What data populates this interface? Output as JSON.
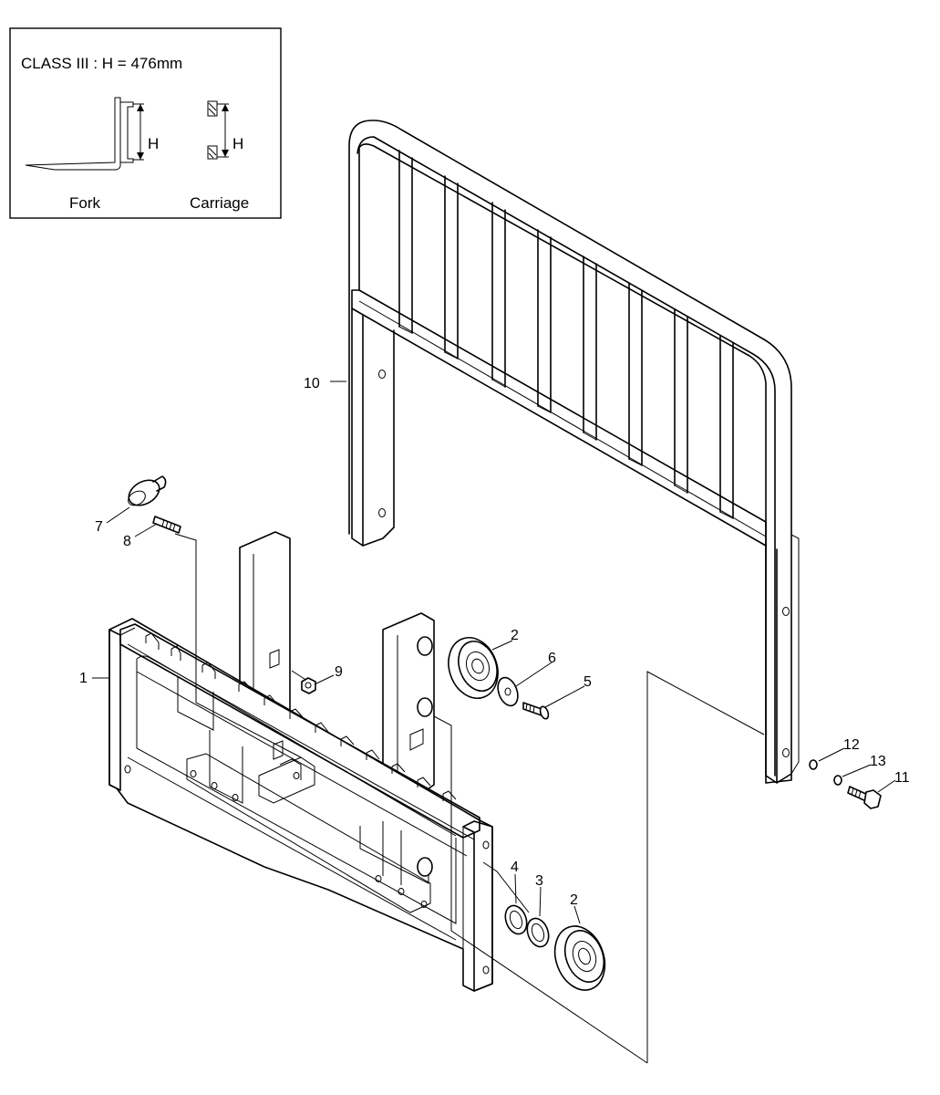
{
  "inset": {
    "title": "CLASS III : H = 476mm",
    "fork_h_label": "H",
    "carriage_h_label": "H",
    "fork_label": "Fork",
    "carriage_label": "Carriage"
  },
  "callouts": {
    "c1": "1",
    "c2_upper": "2",
    "c2_lower": "2",
    "c3": "3",
    "c4": "4",
    "c5": "5",
    "c6": "6",
    "c7": "7",
    "c8": "8",
    "c9": "9",
    "c10": "10",
    "c11": "11",
    "c12": "12",
    "c13": "13"
  }
}
